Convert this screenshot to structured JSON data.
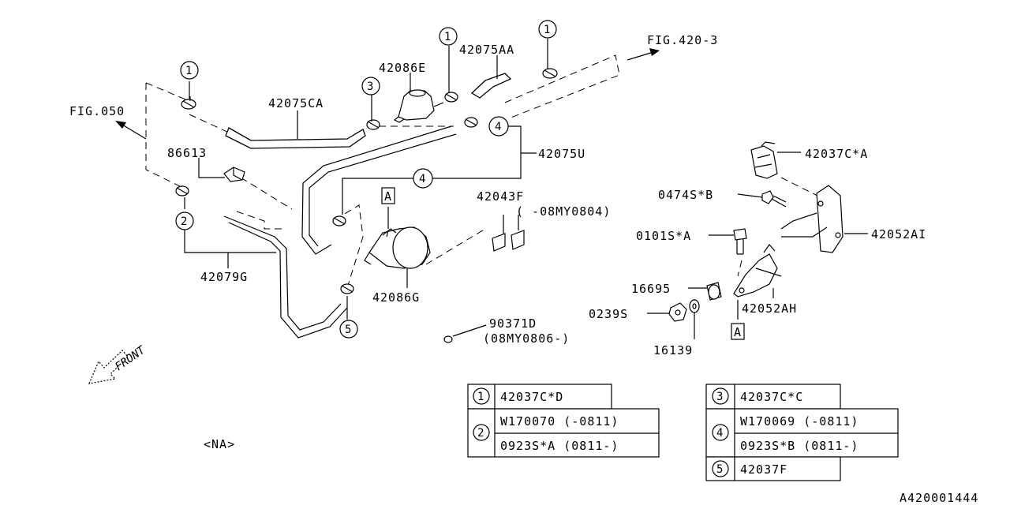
{
  "diagram_id": "A420001444",
  "note": "<NA>",
  "direction": "FRONT",
  "refs": {
    "fig_left": "FIG.050",
    "fig_right": "FIG.420-3"
  },
  "parts": {
    "p42075CA": "42075CA",
    "p42086E": "42086E",
    "p42075AA": "42075AA",
    "p86613": "86613",
    "p42075U": "42075U",
    "p42079G": "42079G",
    "p42086G": "42086G",
    "p42043F": "42043F",
    "p42043F_note": "( -08MY0804)",
    "p90371": "90371D",
    "p90371_note": "(08MY0806-)",
    "p42037CA": "42037C*A",
    "p0474SB": "0474S*B",
    "p0101SA": "0101S*A",
    "p42052AI": "42052AI",
    "p16695": "16695",
    "p42052AH": "42052AH",
    "p0239S": "0239S",
    "p16139": "16139"
  },
  "markers": {
    "a": "A"
  },
  "circles": {
    "c1": "1",
    "c2": "2",
    "c3": "3",
    "c4": "4",
    "c5": "5"
  },
  "legend_left": [
    {
      "num": "1",
      "rows": [
        "42037C*D"
      ]
    },
    {
      "num": "2",
      "rows": [
        "W170070 (-0811)",
        "0923S*A (0811-)"
      ]
    }
  ],
  "legend_right": [
    {
      "num": "3",
      "rows": [
        "42037C*C"
      ]
    },
    {
      "num": "4",
      "rows": [
        "W170069 (-0811)",
        "0923S*B (0811-)"
      ]
    },
    {
      "num": "5",
      "rows": [
        "42037F"
      ]
    }
  ]
}
